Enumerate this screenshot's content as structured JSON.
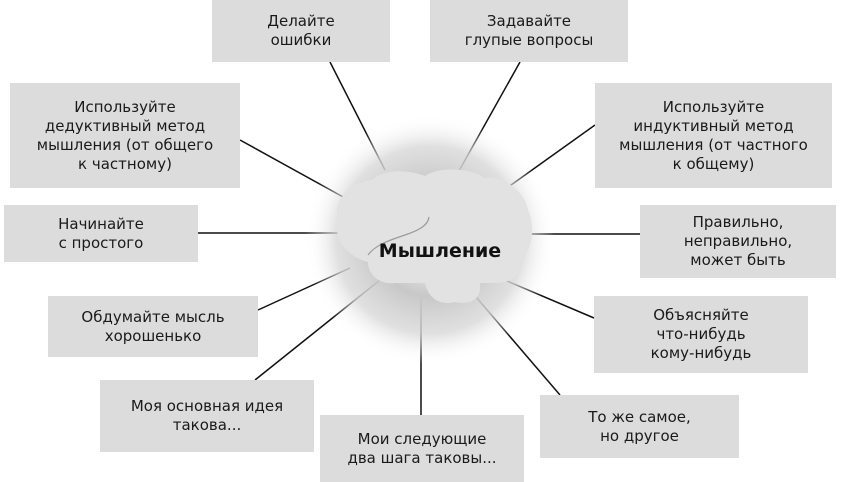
{
  "center": {
    "label": "Мышление"
  },
  "colors": {
    "box": "#dcdcdc",
    "line": "#111111",
    "brain": "#e2e2e2",
    "glow": "#bdbdbd"
  },
  "nodes": [
    {
      "id": "mistakes",
      "text": "Делайте\nошибки"
    },
    {
      "id": "questions",
      "text": "Задавайте\nглупые вопросы"
    },
    {
      "id": "deductive",
      "text": "Используйте\nдедуктивный метод\nмышления (от общего\nк частному)"
    },
    {
      "id": "inductive",
      "text": "Используйте\nиндуктивный метод\nмышления (от частного\nк общему)"
    },
    {
      "id": "simple",
      "text": "Начинайте\nс простого"
    },
    {
      "id": "maybe",
      "text": "Правильно,\nнеправильно,\nможет быть"
    },
    {
      "id": "think",
      "text": "Обдумайте мысль\nхорошенько"
    },
    {
      "id": "explain",
      "text": "Объясняйте\nчто-нибудь\nкому-нибудь"
    },
    {
      "id": "main-idea",
      "text": "Моя основная идея\nтакова..."
    },
    {
      "id": "next-steps",
      "text": "Мои следующие\nдва шага таковы..."
    },
    {
      "id": "same-different",
      "text": "То же самое,\nно другое"
    }
  ]
}
